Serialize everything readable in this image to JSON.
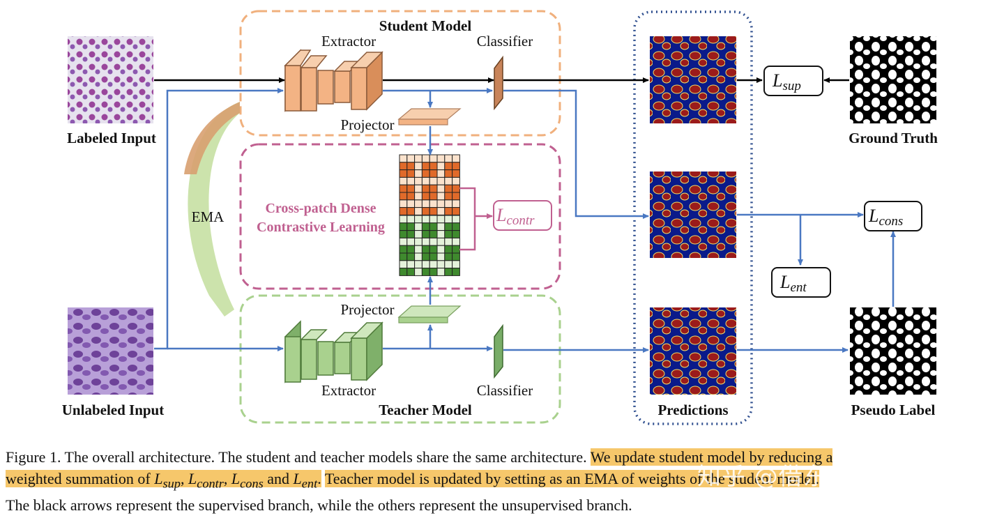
{
  "figure": {
    "student_model": "Student Model",
    "teacher_model": "Teacher Model",
    "extractor_top": "Extractor",
    "classifier_top": "Classifier",
    "projector_top": "Projector",
    "extractor_bottom": "Extractor",
    "classifier_bottom": "Classifier",
    "projector_bottom": "Projector",
    "labeled_input": "Labeled Input",
    "unlabeled_input": "Unlabeled Input",
    "ema": "EMA",
    "contrastive_line1": "Cross-patch Dense",
    "contrastive_line2": "Contrastive Learning",
    "ground_truth": "Ground Truth",
    "predictions": "Predictions",
    "pseudo_label": "Pseudo Label",
    "loss_sup": {
      "base": "L",
      "sub": "sup"
    },
    "loss_contr": {
      "base": "L",
      "sub": "contr"
    },
    "loss_cons": {
      "base": "L",
      "sub": "cons"
    },
    "loss_ent": {
      "base": "L",
      "sub": "ent"
    }
  },
  "caption": {
    "line1_plain": "Figure 1. The overall architecture. The student and teacher models share the same architecture.",
    "line1_hl": "We update student model by reducing a",
    "line2_hl_a": "weighted summation of",
    "line2_hl_b": ".",
    "line2_plain": "Teacher model is updated by setting as an EMA of weights of the student model.",
    "line3": "The black arrows represent the supervised branch, while the others represent the unsupervised branch.",
    "and": "and",
    "comma": ","
  },
  "watermark": "知乎 @借东西的小人",
  "colors": {
    "student_box": "#f0b07d",
    "teacher_box": "#a9d18e",
    "contrast_box": "#c06090",
    "predictions_box": "#2f4f8f",
    "arrow_blue": "#4a78c2",
    "arrow_black": "#000000",
    "highlight": "#f6c76b"
  }
}
